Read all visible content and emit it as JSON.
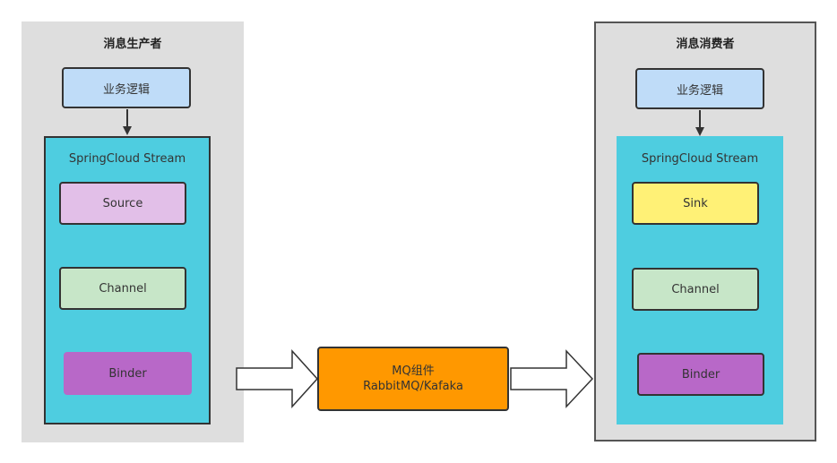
{
  "producer": {
    "title": "消息生产者",
    "business_logic": "业务逻辑",
    "stream_label": "SpringCloud Stream",
    "source": "Source",
    "channel": "Channel",
    "binder": "Binder"
  },
  "consumer": {
    "title": "消息消费者",
    "business_logic": "业务逻辑",
    "stream_label": "SpringCloud Stream",
    "sink": "Sink",
    "channel": "Channel",
    "binder": "Binder"
  },
  "mq": {
    "line1": "MQ组件",
    "line2": "RabbitMQ/Kafaka"
  },
  "colors": {
    "panel": "#dedede",
    "business_logic": "#bfdcf8",
    "stream": "#4ecde0",
    "source": "#e2bfe8",
    "channel": "#c7e6c8",
    "binder": "#b868c8",
    "sink": "#fff176",
    "mq": "#ff9800"
  }
}
